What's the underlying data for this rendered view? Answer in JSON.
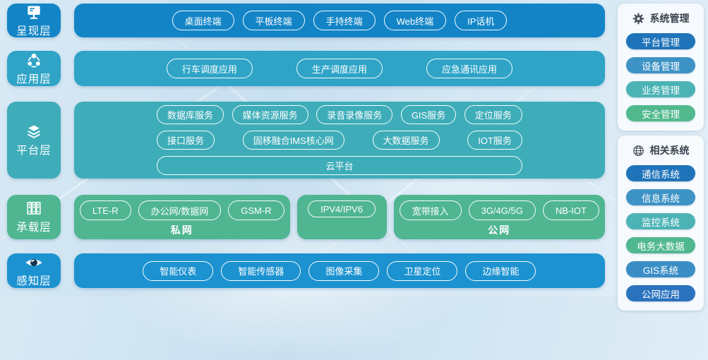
{
  "layers": [
    {
      "key": "presentation",
      "name": "呈现层",
      "icon": "monitor-icon",
      "color": "#1385c7",
      "items": [
        "桌面终端",
        "平板终端",
        "手持终端",
        "Web终端",
        "IP话机"
      ]
    },
    {
      "key": "application",
      "name": "应用层",
      "icon": "nodes-icon",
      "color": "#2fa4c7",
      "items": [
        "行车调度应用",
        "生产调度应用",
        "应急通讯应用"
      ]
    },
    {
      "key": "platform",
      "name": "平台层",
      "icon": "layers-icon",
      "color": "#3eadb9",
      "rows": [
        [
          "数据库服务",
          "媒体资源服务",
          "录音录像服务",
          "GIS服务",
          "定位服务"
        ],
        [
          "接口服务",
          "固移融合IMS核心网",
          "大数据服务",
          "IOT服务"
        ],
        [
          "云平台"
        ]
      ]
    },
    {
      "key": "bearer",
      "name": "承载层",
      "icon": "server-rack-icon",
      "color": "#4fb691",
      "groups": [
        {
          "label": "私网",
          "items": [
            "LTE-R",
            "办公网/数据网",
            "GSM-R"
          ]
        },
        {
          "label": "",
          "items": [
            "IPV4/IPV6"
          ]
        },
        {
          "label": "公网",
          "items": [
            "宽带接入",
            "3G/4G/5G",
            "NB-IOT"
          ]
        }
      ]
    },
    {
      "key": "perception",
      "name": "感知层",
      "icon": "eye-icon",
      "color": "#1c92d0",
      "items": [
        "智能仪表",
        "智能传感器",
        "图像采集",
        "卫星定位",
        "边缘智能"
      ]
    }
  ],
  "sidebar": {
    "sections": [
      {
        "key": "system-management",
        "title": "系统管理",
        "icon": "gear-icon",
        "items": [
          {
            "label": "平台管理",
            "color": "#1f74b9"
          },
          {
            "label": "设备管理",
            "color": "#3e93c6"
          },
          {
            "label": "业务管理",
            "color": "#4cb3b5"
          },
          {
            "label": "安全管理",
            "color": "#51b98d"
          }
        ]
      },
      {
        "key": "related-systems",
        "title": "相关系统",
        "icon": "globe-icon",
        "items": [
          {
            "label": "通信系统",
            "color": "#1f74b9"
          },
          {
            "label": "信息系统",
            "color": "#3e93c6"
          },
          {
            "label": "监控系统",
            "color": "#4cb3b5"
          },
          {
            "label": "电务大数据",
            "color": "#51b78f"
          },
          {
            "label": "GIS系统",
            "color": "#3a8ec5"
          },
          {
            "label": "公网应用",
            "color": "#2a72bd"
          }
        ]
      }
    ]
  }
}
